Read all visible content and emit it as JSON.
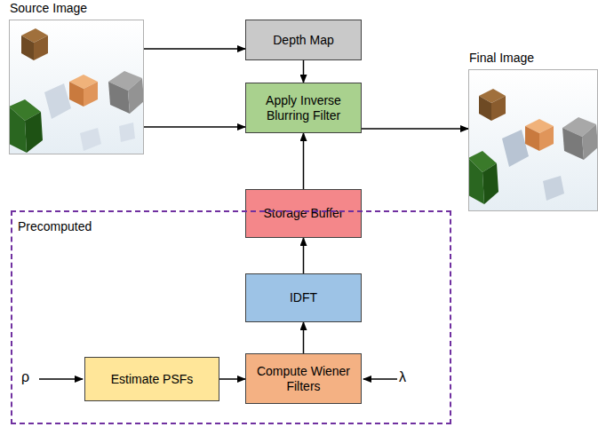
{
  "diagram": {
    "nodes": [
      {
        "text": [
          "Source Image"
        ]
      },
      {
        "text": [
          "Depth Map"
        ]
      },
      {
        "text": [
          "Apply Inverse Blurring Filter"
        ]
      },
      {
        "text": [
          "Final Image"
        ]
      },
      {
        "text": [
          "Storage Buffer"
        ]
      },
      {
        "text": [
          "Precomputed"
        ]
      },
      {
        "text": [
          "IDFT"
        ],
        "in": 5
      },
      {
        "text": [
          "Estimate PSFs"
        ],
        "in": 5
      },
      {
        "text": [
          "Compute Wiener Filters"
        ],
        "in": 5
      }
    ],
    "edges": [
      {
        "from": 0,
        "to": 1,
        "arrow": "to"
      },
      {
        "from": 0,
        "to": 2,
        "arrow": "to"
      },
      {
        "from": 1,
        "to": 2,
        "arrow": "to"
      },
      {
        "from": 2,
        "to": 3,
        "arrow": "to"
      },
      {
        "from": 4,
        "to": 2,
        "arrow": "to"
      },
      {
        "from": 6,
        "to": 4,
        "arrow": "to"
      },
      {
        "from": 8,
        "to": 6,
        "arrow": "to"
      },
      {
        "from": 7,
        "to": 8,
        "arrow": "to"
      }
    ],
    "labels": [
      "ρ",
      "λ"
    ]
  }
}
